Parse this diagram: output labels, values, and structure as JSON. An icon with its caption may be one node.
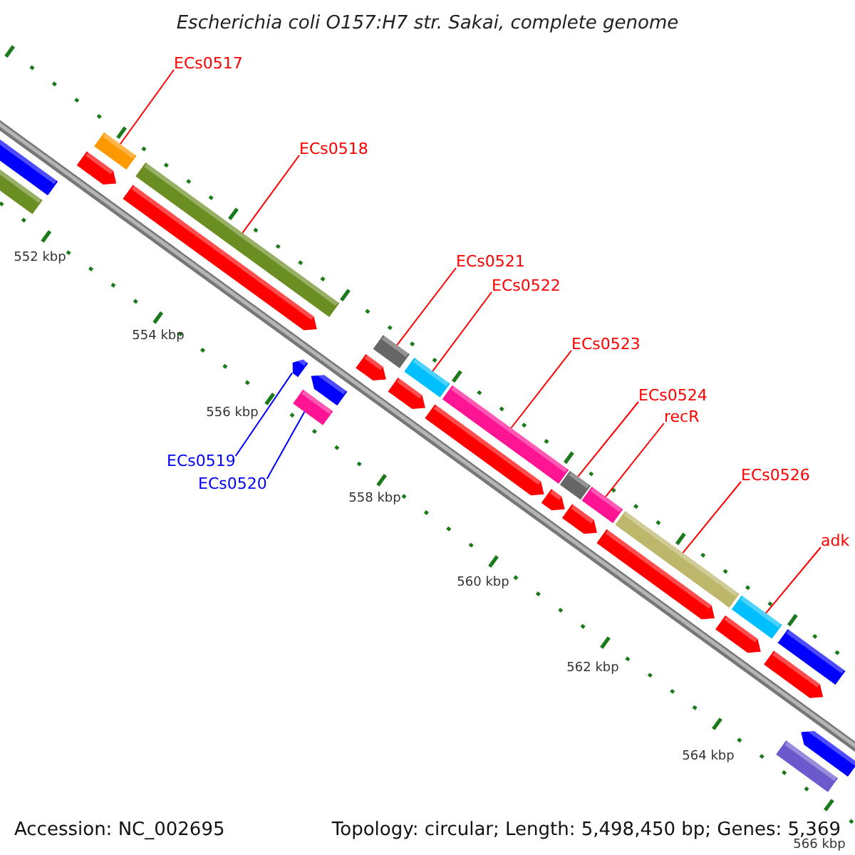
{
  "diagram": {
    "title": "Escherichia coli O157:H7 str. Sakai, complete genome",
    "nodes": [
      {
        "text": [
          "ECs0517"
        ]
      },
      {
        "text": [
          "ECs0518"
        ]
      },
      {
        "text": [
          "ECs0521"
        ]
      },
      {
        "text": [
          "ECs0522"
        ]
      },
      {
        "text": [
          "ECs0523"
        ]
      },
      {
        "text": [
          "ECs0524"
        ]
      },
      {
        "text": [
          "recR"
        ]
      },
      {
        "text": [
          "ECs0519"
        ]
      },
      {
        "text": [
          "ECs0526"
        ]
      },
      {
        "text": [
          "ECs0520"
        ]
      },
      {
        "text": [
          "adk"
        ]
      },
      {
        "text": [],
        "shape": "bar"
      },
      {
        "text": [],
        "shape": "bar"
      },
      {
        "text": [],
        "shape": "bar"
      },
      {
        "text": [],
        "shape": "bar"
      },
      {
        "text": [],
        "shape": "bar"
      },
      {
        "text": [],
        "shape": "bar"
      },
      {
        "text": [],
        "shape": "bar"
      },
      {
        "text": [],
        "shape": "bar"
      },
      {
        "text": [],
        "shape": "bar"
      },
      {
        "text": [],
        "shape": "bar"
      },
      {
        "text": [],
        "shape": "bar"
      }
    ],
    "edges": [
      {
        "from": 0,
        "to": 11,
        "arrow": "none"
      },
      {
        "from": 1,
        "to": 12,
        "arrow": "none"
      },
      {
        "from": 7,
        "to": 13,
        "arrow": "none",
        "color": "#0000ff"
      },
      {
        "from": 9,
        "to": 14,
        "arrow": "none",
        "color": "#0000ff"
      },
      {
        "from": 2,
        "to": 15,
        "arrow": "none"
      },
      {
        "from": 3,
        "to": 16,
        "arrow": "none"
      },
      {
        "from": 4,
        "to": 17,
        "arrow": "none"
      },
      {
        "from": 5,
        "to": 18,
        "arrow": "none"
      },
      {
        "from": 6,
        "to": 19,
        "arrow": "none"
      },
      {
        "from": 8,
        "to": 20,
        "arrow": "none"
      },
      {
        "from": 10,
        "to": 21,
        "arrow": "none"
      }
    ],
    "labels": [
      "552 kbp",
      "554 kbp",
      "556 kbp",
      "558 kbp",
      "560 kbp",
      "562 kbp",
      "564 kbp",
      "Accession: NC_002695",
      "Topology: circular; Length: 5,498,450 bp; Genes: 5,369",
      "566 kbp"
    ]
  }
}
